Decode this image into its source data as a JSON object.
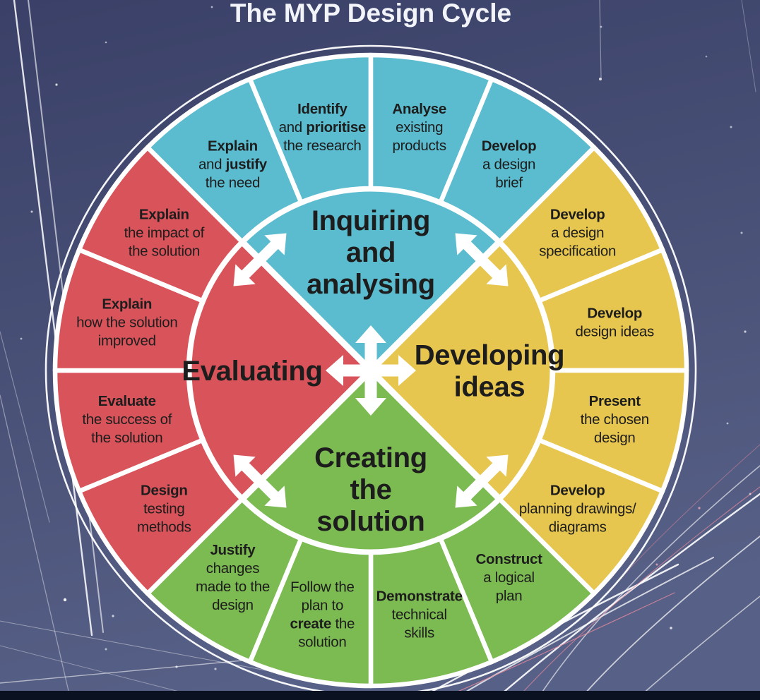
{
  "title": "The MYP Design Cycle",
  "colors": {
    "background_top": "#3a4067",
    "background_bottom": "#5760866",
    "background_bottom_solid": "#576086",
    "bottom_bar": "#0a1120",
    "blue": "#5bbccf",
    "yellow": "#e7c64f",
    "green": "#7cba52",
    "red": "#d9535a",
    "text_dark": "#1d1d1d",
    "white": "#ffffff",
    "trail_pink": "#e2899e"
  },
  "wheel": {
    "quadrants": [
      {
        "id": "inquiring",
        "label": "Inquiring\nand\nanalysing",
        "color_key": "blue",
        "segments": [
          {
            "label": "**Explain**\nand **justify**\nthe need"
          },
          {
            "label": "**Identify**\nand **prioritise**\nthe research"
          },
          {
            "label": "**Analyse**\nexisting\nproducts"
          },
          {
            "label": "**Develop**\na design\nbrief"
          }
        ]
      },
      {
        "id": "developing",
        "label": "Developing\nideas",
        "color_key": "yellow",
        "segments": [
          {
            "label": "**Develop**\na design\nspecification"
          },
          {
            "label": "**Develop**\ndesign ideas"
          },
          {
            "label": "**Present**\nthe chosen\ndesign"
          },
          {
            "label": "**Develop**\nplanning drawings/\ndiagrams"
          }
        ]
      },
      {
        "id": "creating",
        "label": "Creating\nthe\nsolution",
        "color_key": "green",
        "segments": [
          {
            "label": "**Construct**\na logical\nplan"
          },
          {
            "label": "**Demonstrate**\ntechnical\nskills"
          },
          {
            "label": "Follow the\nplan to\n**create** the\nsolution"
          },
          {
            "label": "**Justify**\nchanges\nmade to the\ndesign"
          }
        ]
      },
      {
        "id": "evaluating",
        "label": "Evaluating",
        "color_key": "red",
        "segments": [
          {
            "label": "**Design**\ntesting\nmethods"
          },
          {
            "label": "**Evaluate**\nthe success of\nthe solution"
          },
          {
            "label": "**Explain**\nhow the solution\nimproved"
          },
          {
            "label": "**Explain**\nthe impact of\nthe solution"
          }
        ]
      }
    ]
  }
}
